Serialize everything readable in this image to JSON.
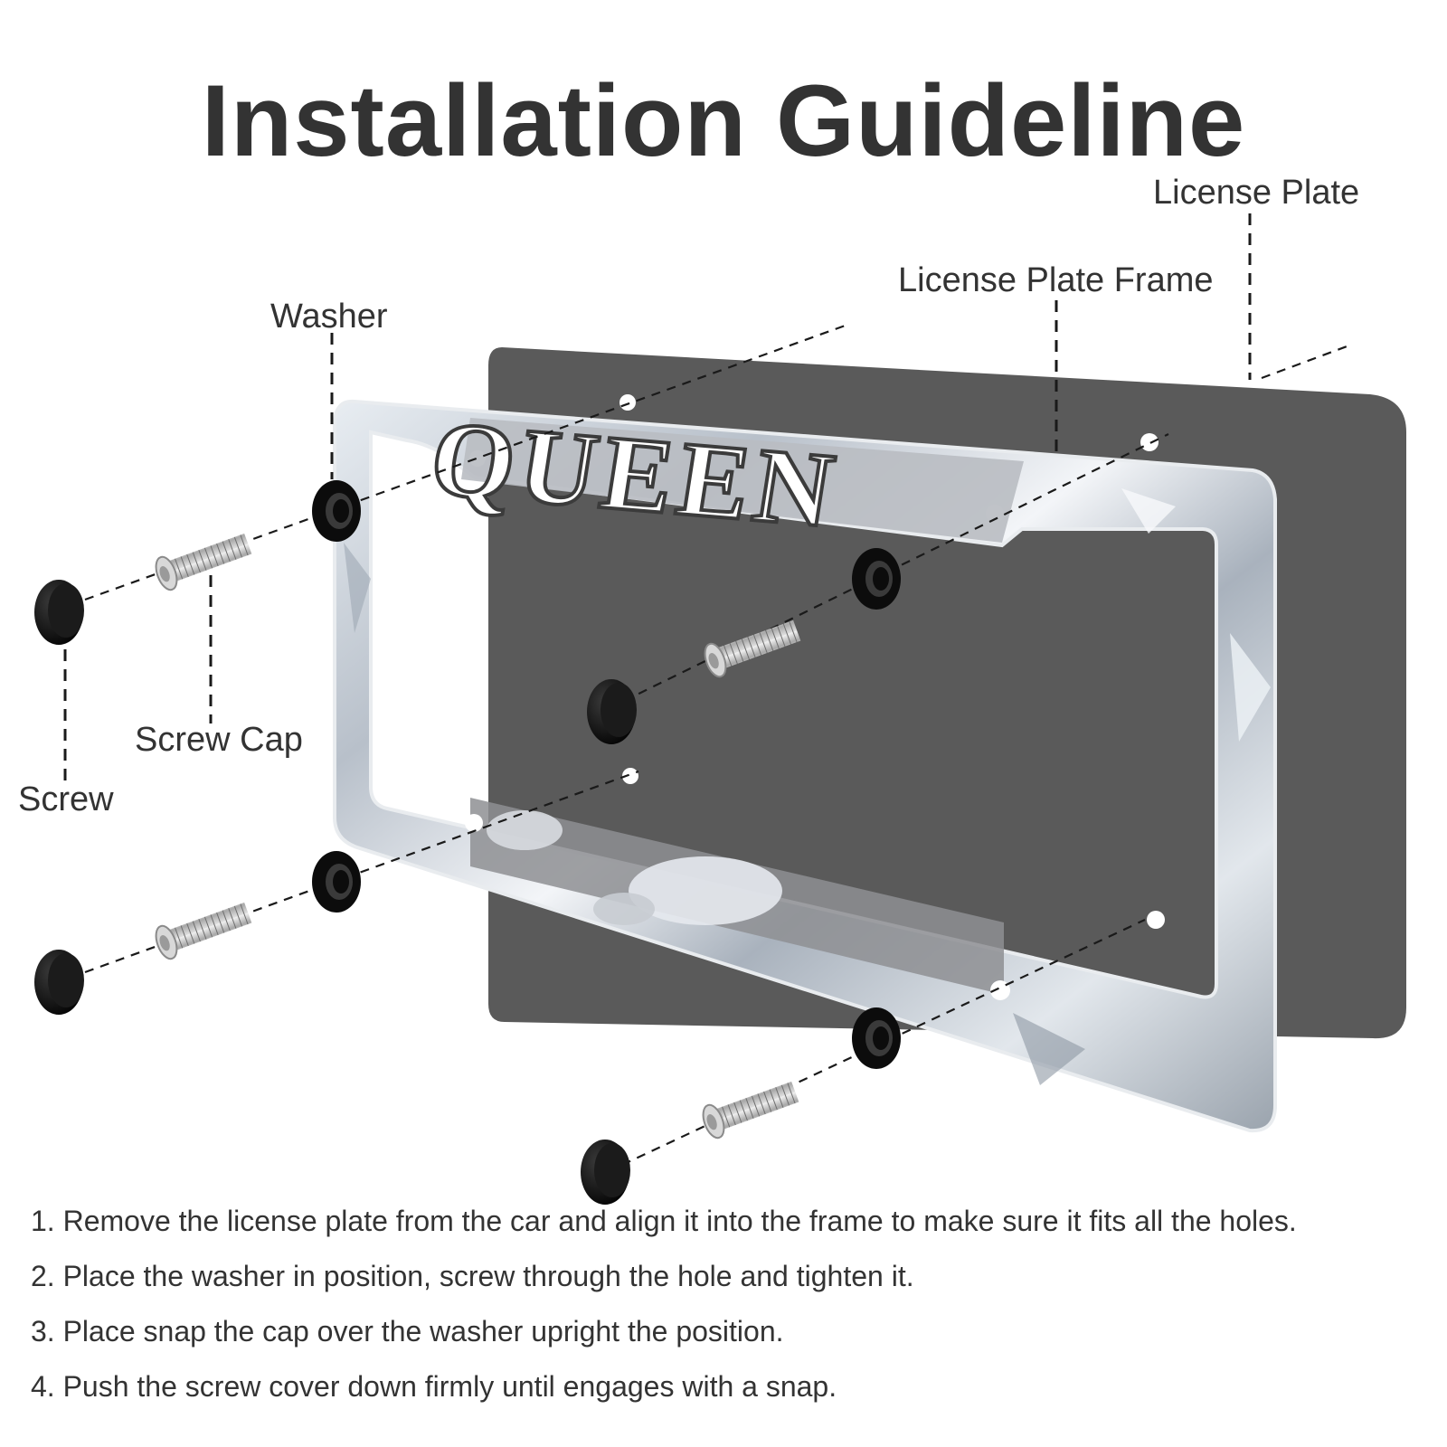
{
  "title": "Installation Guideline",
  "labels": {
    "license_plate": "License Plate",
    "license_plate_frame": "License Plate Frame",
    "washer": "Washer",
    "screw_cap": "Screw Cap",
    "screw": "Screw"
  },
  "frame_text": "QUEEN",
  "steps": [
    "1. Remove the license plate from the car and align it into the frame to make sure it fits all the holes.",
    "2. Place the washer in position, screw through the hole and tighten it.",
    "3. Place snap the cap over the washer upright the position.",
    "4. Push the screw cover down firmly until engages with a snap."
  ],
  "colors": {
    "text": "#333333",
    "plate": "#5a5a5a",
    "frame": "#cfd6de",
    "hardware_black": "#111111",
    "screw_silver": "#c9c9c9"
  },
  "icons": [
    "washer-icon",
    "screw-icon",
    "screw-cap-icon"
  ]
}
